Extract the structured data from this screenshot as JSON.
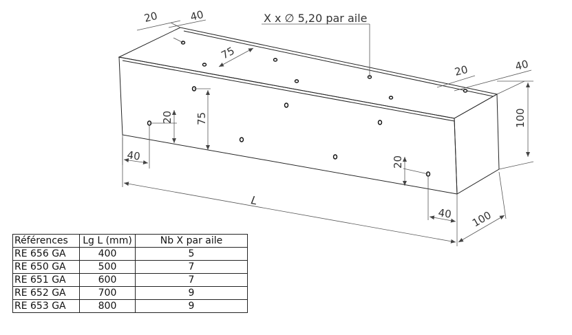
{
  "drawing": {
    "hole_callout": "X x ∅ 5,20 par aile",
    "dims": {
      "top_20": "20",
      "top_40": "40",
      "top_75": "75",
      "right_top_20": "20",
      "right_top_40": "40",
      "height_100": "100",
      "front_20": "20",
      "front_75": "75",
      "front_40": "40",
      "front_right_20": "20",
      "front_right_40": "40",
      "length_L": "L",
      "depth_100": "100"
    }
  },
  "table": {
    "headers": [
      "Références",
      "Lg L (mm)",
      "Nb X par aile"
    ],
    "rows": [
      [
        "RE 656 GA",
        "400",
        "5"
      ],
      [
        "RE 650 GA",
        "500",
        "7"
      ],
      [
        "RE 651 GA",
        "600",
        "7"
      ],
      [
        "RE 652 GA",
        "700",
        "9"
      ],
      [
        "RE 653 GA",
        "800",
        "9"
      ]
    ]
  }
}
